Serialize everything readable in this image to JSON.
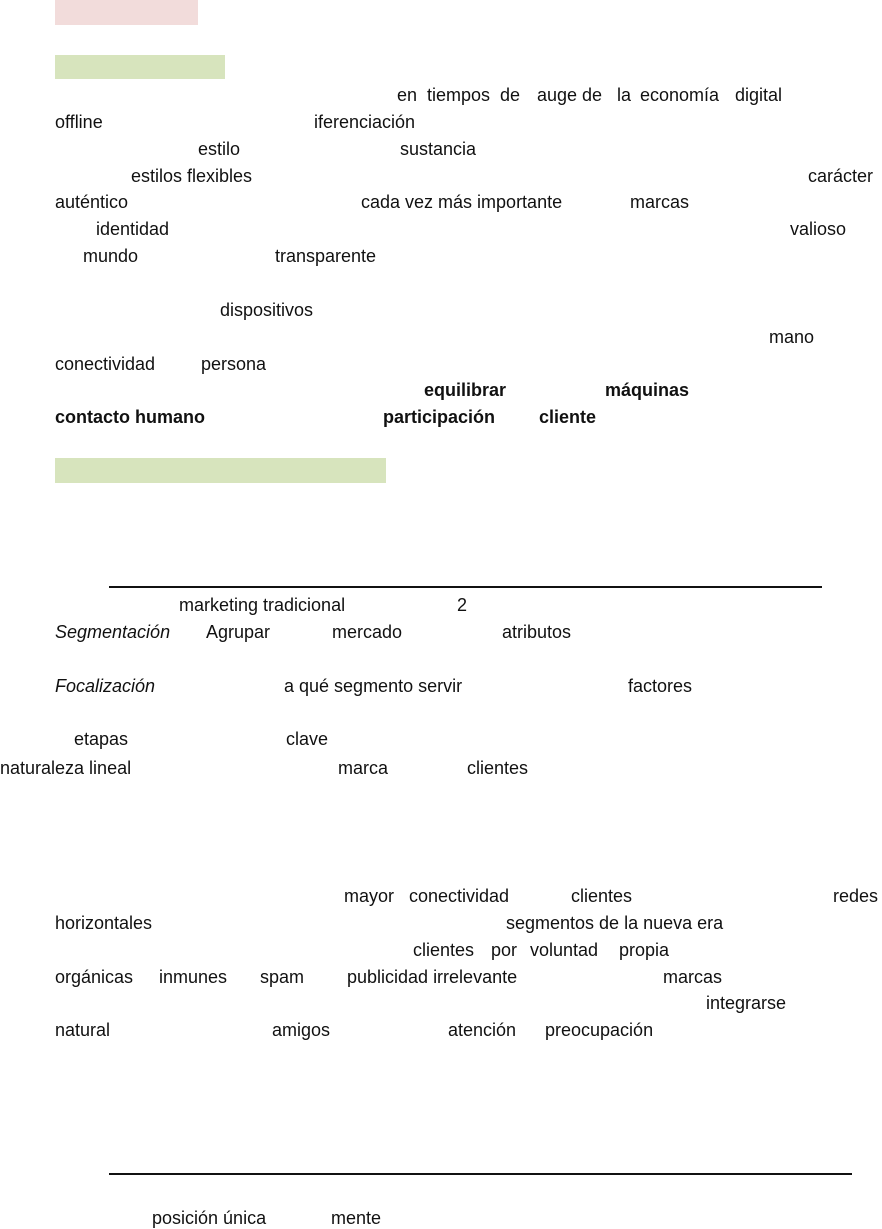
{
  "colors": {
    "highlight_pink": "#f2dcdb",
    "highlight_green": "#d7e4bd",
    "rule": "#111111"
  },
  "lines": {
    "l1": [
      "en",
      "tiempos",
      "de",
      "auge",
      "de",
      "la",
      "economía",
      "digital"
    ],
    "l2": [
      "offline",
      "iferenciación"
    ],
    "l3": [
      "estilo",
      "sustancia"
    ],
    "l4": [
      "estilos flexibles",
      "carácter"
    ],
    "l5": [
      "auténtico",
      "cada vez más importante",
      "marcas"
    ],
    "l6": [
      "identidad",
      "valioso"
    ],
    "l7": [
      "mundo",
      "transparente"
    ],
    "l8": [
      "dispositivos"
    ],
    "l9": [
      "mano"
    ],
    "l10": [
      "conectividad",
      "persona"
    ],
    "l11": [
      "equilibrar",
      "máquinas"
    ],
    "l12": [
      "contacto humano",
      "participación",
      "cliente"
    ],
    "l13": [
      "marketing tradicional",
      "2"
    ],
    "l14": [
      "Segmentación",
      "Agrupar",
      "mercado",
      "atributos"
    ],
    "l15": [
      "Focalización",
      "a qué segmento servir",
      "factores"
    ],
    "l16": [
      "etapas",
      "clave"
    ],
    "l17": [
      "naturaleza lineal",
      "marca",
      "clientes"
    ],
    "l18": [
      "mayor",
      "conectividad",
      "clientes",
      "redes"
    ],
    "l19": [
      "horizontales",
      "segmentos de la nueva era"
    ],
    "l20": [
      "clientes",
      "por",
      "voluntad",
      "propia"
    ],
    "l21": [
      "orgánicas",
      "inmunes",
      "spam",
      "publicidad irrelevante",
      "marcas"
    ],
    "l22": [
      "integrarse"
    ],
    "l23": [
      "natural",
      "amigos",
      "atención",
      "preocupación"
    ],
    "l24": [
      "posición única",
      "mente"
    ]
  }
}
